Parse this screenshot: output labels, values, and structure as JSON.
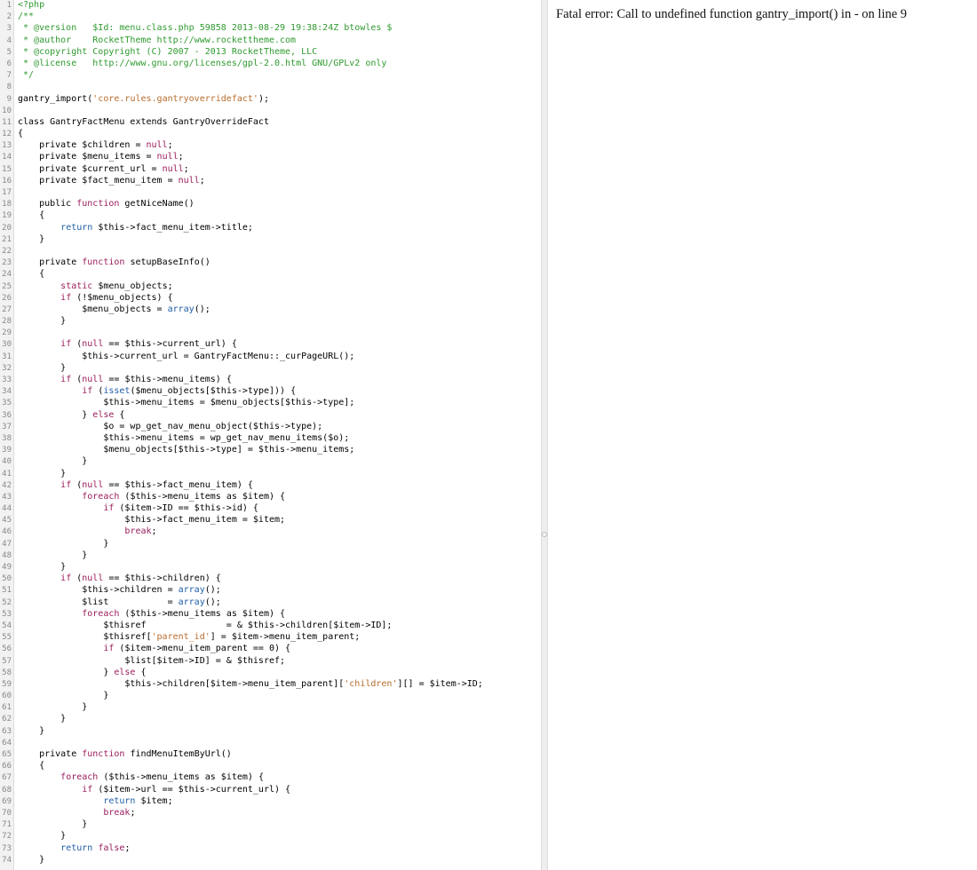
{
  "editor": {
    "lines": [
      {
        "n": "1",
        "tokens": [
          {
            "t": "<?php",
            "c": "cmt"
          }
        ]
      },
      {
        "n": "2",
        "tokens": [
          {
            "t": "/**",
            "c": "cmt"
          }
        ]
      },
      {
        "n": "3",
        "tokens": [
          {
            "t": " * @version   $Id: menu.class.php 59858 2013-08-29 19:38:24Z btowles $",
            "c": "cmt"
          }
        ]
      },
      {
        "n": "4",
        "tokens": [
          {
            "t": " * @author    RocketTheme http://www.rockettheme.com",
            "c": "cmt"
          }
        ]
      },
      {
        "n": "5",
        "tokens": [
          {
            "t": " * @copyright Copyright (C) 2007 - 2013 RocketTheme, LLC",
            "c": "cmt"
          }
        ]
      },
      {
        "n": "6",
        "tokens": [
          {
            "t": " * @license   http://www.gnu.org/licenses/gpl-2.0.html GNU/GPLv2 only",
            "c": "cmt"
          }
        ]
      },
      {
        "n": "7",
        "tokens": [
          {
            "t": " */",
            "c": "cmt"
          }
        ]
      },
      {
        "n": "8",
        "tokens": []
      },
      {
        "n": "9",
        "tokens": [
          {
            "t": "gantry_import("
          },
          {
            "t": "'core.rules.gantryoverridefact'",
            "c": "str"
          },
          {
            "t": ");"
          }
        ]
      },
      {
        "n": "10",
        "tokens": []
      },
      {
        "n": "11",
        "tokens": [
          {
            "t": "class GantryFactMenu extends GantryOverrideFact"
          }
        ]
      },
      {
        "n": "12",
        "tokens": [
          {
            "t": "{"
          }
        ]
      },
      {
        "n": "13",
        "tokens": [
          {
            "t": "    private $children = "
          },
          {
            "t": "null",
            "c": "kw"
          },
          {
            "t": ";"
          }
        ]
      },
      {
        "n": "14",
        "tokens": [
          {
            "t": "    private $menu_items = "
          },
          {
            "t": "null",
            "c": "kw"
          },
          {
            "t": ";"
          }
        ]
      },
      {
        "n": "15",
        "tokens": [
          {
            "t": "    private $current_url = "
          },
          {
            "t": "null",
            "c": "kw"
          },
          {
            "t": ";"
          }
        ]
      },
      {
        "n": "16",
        "tokens": [
          {
            "t": "    private $fact_menu_item = "
          },
          {
            "t": "null",
            "c": "kw"
          },
          {
            "t": ";"
          }
        ]
      },
      {
        "n": "17",
        "tokens": []
      },
      {
        "n": "18",
        "tokens": [
          {
            "t": "    public "
          },
          {
            "t": "function",
            "c": "kw"
          },
          {
            "t": " getNiceName()"
          }
        ]
      },
      {
        "n": "19",
        "tokens": [
          {
            "t": "    {"
          }
        ]
      },
      {
        "n": "20",
        "tokens": [
          {
            "t": "        "
          },
          {
            "t": "return",
            "c": "fn"
          },
          {
            "t": " $this->fact_menu_item->title;"
          }
        ]
      },
      {
        "n": "21",
        "tokens": [
          {
            "t": "    }"
          }
        ]
      },
      {
        "n": "22",
        "tokens": []
      },
      {
        "n": "23",
        "tokens": [
          {
            "t": "    private "
          },
          {
            "t": "function",
            "c": "kw"
          },
          {
            "t": " setupBaseInfo()"
          }
        ]
      },
      {
        "n": "24",
        "tokens": [
          {
            "t": "    {"
          }
        ]
      },
      {
        "n": "25",
        "tokens": [
          {
            "t": "        "
          },
          {
            "t": "static",
            "c": "kw"
          },
          {
            "t": " $menu_objects;"
          }
        ]
      },
      {
        "n": "26",
        "tokens": [
          {
            "t": "        "
          },
          {
            "t": "if",
            "c": "kw"
          },
          {
            "t": " (!$menu_objects) {"
          }
        ]
      },
      {
        "n": "27",
        "tokens": [
          {
            "t": "            $menu_objects = "
          },
          {
            "t": "array",
            "c": "fn"
          },
          {
            "t": "();"
          }
        ]
      },
      {
        "n": "28",
        "tokens": [
          {
            "t": "        }"
          }
        ]
      },
      {
        "n": "29",
        "tokens": []
      },
      {
        "n": "30",
        "tokens": [
          {
            "t": "        "
          },
          {
            "t": "if",
            "c": "kw"
          },
          {
            "t": " ("
          },
          {
            "t": "null",
            "c": "kw"
          },
          {
            "t": " == $this->current_url) {"
          }
        ]
      },
      {
        "n": "31",
        "tokens": [
          {
            "t": "            $this->current_url = GantryFactMenu::_curPageURL();"
          }
        ]
      },
      {
        "n": "32",
        "tokens": [
          {
            "t": "        }"
          }
        ]
      },
      {
        "n": "33",
        "tokens": [
          {
            "t": "        "
          },
          {
            "t": "if",
            "c": "kw"
          },
          {
            "t": " ("
          },
          {
            "t": "null",
            "c": "kw"
          },
          {
            "t": " == $this->menu_items) {"
          }
        ]
      },
      {
        "n": "34",
        "tokens": [
          {
            "t": "            "
          },
          {
            "t": "if",
            "c": "kw"
          },
          {
            "t": " ("
          },
          {
            "t": "isset",
            "c": "fn"
          },
          {
            "t": "($menu_objects[$this->type])) {"
          }
        ]
      },
      {
        "n": "35",
        "tokens": [
          {
            "t": "                $this->menu_items = $menu_objects[$this->type];"
          }
        ]
      },
      {
        "n": "36",
        "tokens": [
          {
            "t": "            } "
          },
          {
            "t": "else",
            "c": "kw"
          },
          {
            "t": " {"
          }
        ]
      },
      {
        "n": "37",
        "tokens": [
          {
            "t": "                $o = wp_get_nav_menu_object($this->type);"
          }
        ]
      },
      {
        "n": "38",
        "tokens": [
          {
            "t": "                $this->menu_items = wp_get_nav_menu_items($o);"
          }
        ]
      },
      {
        "n": "39",
        "tokens": [
          {
            "t": "                $menu_objects[$this->type] = $this->menu_items;"
          }
        ]
      },
      {
        "n": "40",
        "tokens": [
          {
            "t": "            }"
          }
        ]
      },
      {
        "n": "41",
        "tokens": [
          {
            "t": "        }"
          }
        ]
      },
      {
        "n": "42",
        "tokens": [
          {
            "t": "        "
          },
          {
            "t": "if",
            "c": "kw"
          },
          {
            "t": " ("
          },
          {
            "t": "null",
            "c": "kw"
          },
          {
            "t": " == $this->fact_menu_item) {"
          }
        ]
      },
      {
        "n": "43",
        "tokens": [
          {
            "t": "            "
          },
          {
            "t": "foreach",
            "c": "kw"
          },
          {
            "t": " ($this->menu_items as $item) {"
          }
        ]
      },
      {
        "n": "44",
        "tokens": [
          {
            "t": "                "
          },
          {
            "t": "if",
            "c": "kw"
          },
          {
            "t": " ($item->ID == $this->id) {"
          }
        ]
      },
      {
        "n": "45",
        "tokens": [
          {
            "t": "                    $this->fact_menu_item = $item;"
          }
        ]
      },
      {
        "n": "46",
        "tokens": [
          {
            "t": "                    "
          },
          {
            "t": "break",
            "c": "kw"
          },
          {
            "t": ";"
          }
        ]
      },
      {
        "n": "47",
        "tokens": [
          {
            "t": "                }"
          }
        ]
      },
      {
        "n": "48",
        "tokens": [
          {
            "t": "            }"
          }
        ]
      },
      {
        "n": "49",
        "tokens": [
          {
            "t": "        }"
          }
        ]
      },
      {
        "n": "50",
        "tokens": [
          {
            "t": "        "
          },
          {
            "t": "if",
            "c": "kw"
          },
          {
            "t": " ("
          },
          {
            "t": "null",
            "c": "kw"
          },
          {
            "t": " == $this->children) {"
          }
        ]
      },
      {
        "n": "51",
        "tokens": [
          {
            "t": "            $this->children = "
          },
          {
            "t": "array",
            "c": "fn"
          },
          {
            "t": "();"
          }
        ]
      },
      {
        "n": "52",
        "tokens": [
          {
            "t": "            $list           = "
          },
          {
            "t": "array",
            "c": "fn"
          },
          {
            "t": "();"
          }
        ]
      },
      {
        "n": "53",
        "tokens": [
          {
            "t": "            "
          },
          {
            "t": "foreach",
            "c": "kw"
          },
          {
            "t": " ($this->menu_items as $item) {"
          }
        ]
      },
      {
        "n": "54",
        "tokens": [
          {
            "t": "                $thisref               = & $this->children[$item->ID];"
          }
        ]
      },
      {
        "n": "55",
        "tokens": [
          {
            "t": "                $thisref["
          },
          {
            "t": "'parent_id'",
            "c": "str"
          },
          {
            "t": "] = $item->menu_item_parent;"
          }
        ]
      },
      {
        "n": "56",
        "tokens": [
          {
            "t": "                "
          },
          {
            "t": "if",
            "c": "kw"
          },
          {
            "t": " ($item->menu_item_parent == 0) {"
          }
        ]
      },
      {
        "n": "57",
        "tokens": [
          {
            "t": "                    $list[$item->ID] = & $thisref;"
          }
        ]
      },
      {
        "n": "58",
        "tokens": [
          {
            "t": "                } "
          },
          {
            "t": "else",
            "c": "kw"
          },
          {
            "t": " {"
          }
        ]
      },
      {
        "n": "59",
        "tokens": [
          {
            "t": "                    $this->children[$item->menu_item_parent]["
          },
          {
            "t": "'children'",
            "c": "str"
          },
          {
            "t": "][] = $item->ID;"
          }
        ]
      },
      {
        "n": "60",
        "tokens": [
          {
            "t": "                }"
          }
        ]
      },
      {
        "n": "61",
        "tokens": [
          {
            "t": "            }"
          }
        ]
      },
      {
        "n": "62",
        "tokens": [
          {
            "t": "        }"
          }
        ]
      },
      {
        "n": "63",
        "tokens": [
          {
            "t": "    }"
          }
        ]
      },
      {
        "n": "64",
        "tokens": []
      },
      {
        "n": "65",
        "tokens": [
          {
            "t": "    private "
          },
          {
            "t": "function",
            "c": "kw"
          },
          {
            "t": " findMenuItemByUrl()"
          }
        ]
      },
      {
        "n": "66",
        "tokens": [
          {
            "t": "    {"
          }
        ]
      },
      {
        "n": "67",
        "tokens": [
          {
            "t": "        "
          },
          {
            "t": "foreach",
            "c": "kw"
          },
          {
            "t": " ($this->menu_items as $item) {"
          }
        ]
      },
      {
        "n": "68",
        "tokens": [
          {
            "t": "            "
          },
          {
            "t": "if",
            "c": "kw"
          },
          {
            "t": " ($item->url == $this->current_url) {"
          }
        ]
      },
      {
        "n": "69",
        "tokens": [
          {
            "t": "                "
          },
          {
            "t": "return",
            "c": "fn"
          },
          {
            "t": " $item;"
          }
        ]
      },
      {
        "n": "70",
        "tokens": [
          {
            "t": "                "
          },
          {
            "t": "break",
            "c": "kw"
          },
          {
            "t": ";"
          }
        ]
      },
      {
        "n": "71",
        "tokens": [
          {
            "t": "            }"
          }
        ]
      },
      {
        "n": "72",
        "tokens": [
          {
            "t": "        }"
          }
        ]
      },
      {
        "n": "73",
        "tokens": [
          {
            "t": "        "
          },
          {
            "t": "return",
            "c": "fn"
          },
          {
            "t": " "
          },
          {
            "t": "false",
            "c": "kw"
          },
          {
            "t": ";"
          }
        ]
      },
      {
        "n": "74",
        "tokens": [
          {
            "t": "    }"
          }
        ]
      }
    ]
  },
  "output": {
    "error_label": "Fatal error:",
    "error_message": "Call to undefined function gantry_import() in - on line 9"
  }
}
